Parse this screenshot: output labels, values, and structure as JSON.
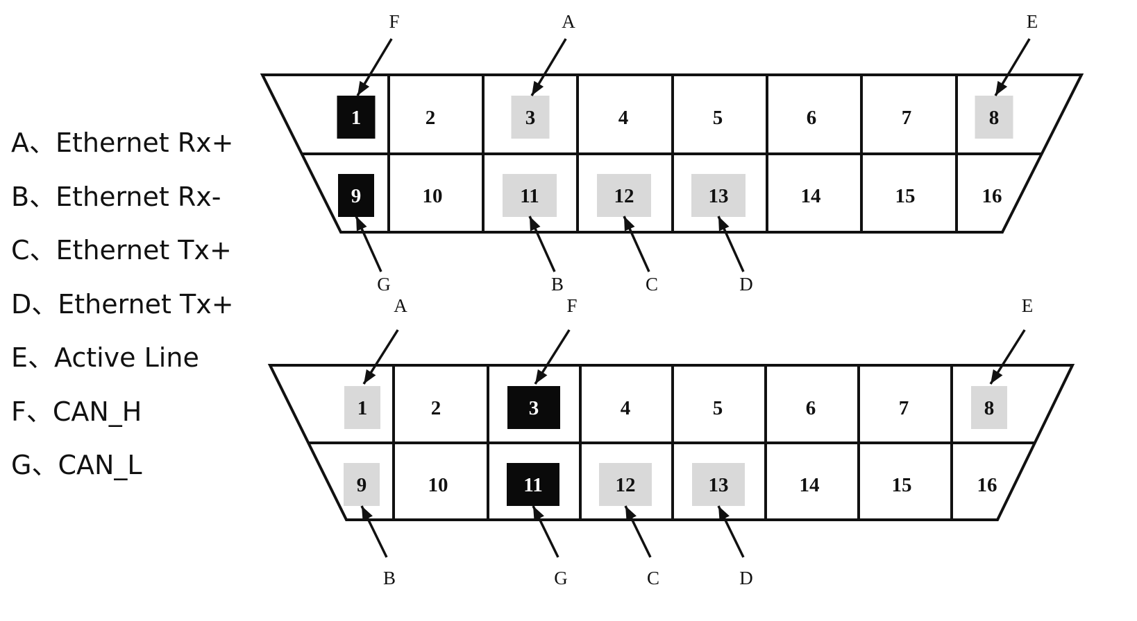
{
  "legend": [
    {
      "letter": "A",
      "text": "A、Ethernet Rx+"
    },
    {
      "letter": "B",
      "text": "B、Ethernet Rx-"
    },
    {
      "letter": "C",
      "text": "C、Ethernet Tx+"
    },
    {
      "letter": "D",
      "text": "D、Ethernet Tx+"
    },
    {
      "letter": "E",
      "text": "E、Active Line"
    },
    {
      "letter": "F",
      "text": "F、CAN_H"
    },
    {
      "letter": "G",
      "text": "G、CAN_L"
    }
  ],
  "colors": {
    "outline": "#111111",
    "highlight_dark": "#0a0a0a",
    "highlight_light": "#d9d9d9",
    "text_dark": "#111111",
    "text_light": "#ffffff"
  },
  "connectors": [
    {
      "pins": [
        {
          "n": "1",
          "hl": "dark"
        },
        {
          "n": "2",
          "hl": "none"
        },
        {
          "n": "3",
          "hl": "light"
        },
        {
          "n": "4",
          "hl": "none"
        },
        {
          "n": "5",
          "hl": "none"
        },
        {
          "n": "6",
          "hl": "none"
        },
        {
          "n": "7",
          "hl": "none"
        },
        {
          "n": "8",
          "hl": "light"
        },
        {
          "n": "9",
          "hl": "dark"
        },
        {
          "n": "10",
          "hl": "none"
        },
        {
          "n": "11",
          "hl": "light"
        },
        {
          "n": "12",
          "hl": "light"
        },
        {
          "n": "13",
          "hl": "light"
        },
        {
          "n": "14",
          "hl": "none"
        },
        {
          "n": "15",
          "hl": "none"
        },
        {
          "n": "16",
          "hl": "none"
        }
      ],
      "callouts": [
        {
          "label": "F",
          "pin": "1"
        },
        {
          "label": "A",
          "pin": "3"
        },
        {
          "label": "E",
          "pin": "8"
        },
        {
          "label": "G",
          "pin": "9"
        },
        {
          "label": "B",
          "pin": "11"
        },
        {
          "label": "C",
          "pin": "12"
        },
        {
          "label": "D",
          "pin": "13"
        }
      ]
    },
    {
      "pins": [
        {
          "n": "1",
          "hl": "light"
        },
        {
          "n": "2",
          "hl": "none"
        },
        {
          "n": "3",
          "hl": "dark"
        },
        {
          "n": "4",
          "hl": "none"
        },
        {
          "n": "5",
          "hl": "none"
        },
        {
          "n": "6",
          "hl": "none"
        },
        {
          "n": "7",
          "hl": "none"
        },
        {
          "n": "8",
          "hl": "light"
        },
        {
          "n": "9",
          "hl": "light"
        },
        {
          "n": "10",
          "hl": "none"
        },
        {
          "n": "11",
          "hl": "dark"
        },
        {
          "n": "12",
          "hl": "light"
        },
        {
          "n": "13",
          "hl": "light"
        },
        {
          "n": "14",
          "hl": "none"
        },
        {
          "n": "15",
          "hl": "none"
        },
        {
          "n": "16",
          "hl": "none"
        }
      ],
      "callouts": [
        {
          "label": "A",
          "pin": "1"
        },
        {
          "label": "F",
          "pin": "3"
        },
        {
          "label": "E",
          "pin": "8"
        },
        {
          "label": "B",
          "pin": "9"
        },
        {
          "label": "G",
          "pin": "11"
        },
        {
          "label": "C",
          "pin": "12"
        },
        {
          "label": "D",
          "pin": "13"
        }
      ]
    }
  ]
}
